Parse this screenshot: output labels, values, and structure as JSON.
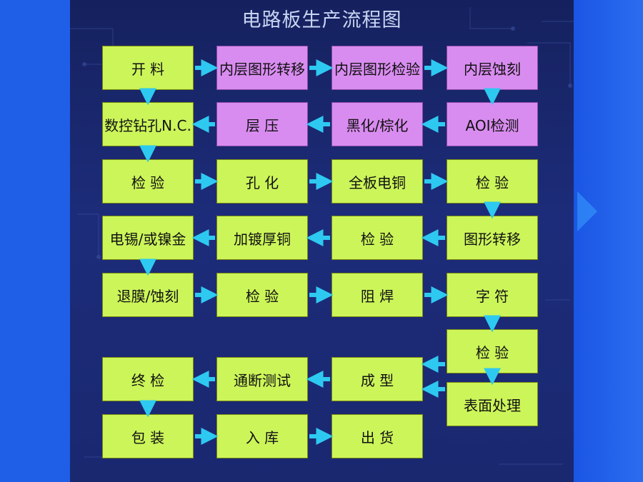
{
  "title": "电路板生产流程图",
  "colors": {
    "background": "#1f5ee6",
    "panel": "#1a2870",
    "step_green": "#ccf55a",
    "step_purple": "#d98cf0",
    "arrow": "#2ec9f0",
    "title": "#c8d4f2"
  },
  "steps": [
    {
      "id": "s1",
      "label": "开  料"
    },
    {
      "id": "s2",
      "label": "内层图形转移"
    },
    {
      "id": "s3",
      "label": "内层图形检验"
    },
    {
      "id": "s4",
      "label": "内层蚀刻"
    },
    {
      "id": "s5",
      "label": "数控钻孔N.C."
    },
    {
      "id": "s6",
      "label": "层  压"
    },
    {
      "id": "s7",
      "label": "黑化/棕化"
    },
    {
      "id": "s8",
      "label": "AOI检测"
    },
    {
      "id": "s9",
      "label": "检  验"
    },
    {
      "id": "s10",
      "label": "孔 化"
    },
    {
      "id": "s11",
      "label": "全板电铜"
    },
    {
      "id": "s12",
      "label": "检  验"
    },
    {
      "id": "s13",
      "label": "电锡/或镍金"
    },
    {
      "id": "s14",
      "label": "加镀厚铜"
    },
    {
      "id": "s15",
      "label": "检  验"
    },
    {
      "id": "s16",
      "label": "图形转移"
    },
    {
      "id": "s17",
      "label": "退膜/蚀刻"
    },
    {
      "id": "s18",
      "label": "检  验"
    },
    {
      "id": "s19",
      "label": "阻  焊"
    },
    {
      "id": "s20",
      "label": "字  符"
    },
    {
      "id": "s21",
      "label": "检  验"
    },
    {
      "id": "s22",
      "label": "终  检"
    },
    {
      "id": "s23",
      "label": "通断测试"
    },
    {
      "id": "s24",
      "label": "成  型"
    },
    {
      "id": "s25",
      "label": "表面处理"
    },
    {
      "id": "s26",
      "label": "包  装"
    },
    {
      "id": "s27",
      "label": "入  库"
    },
    {
      "id": "s28",
      "label": "出  货"
    }
  ]
}
